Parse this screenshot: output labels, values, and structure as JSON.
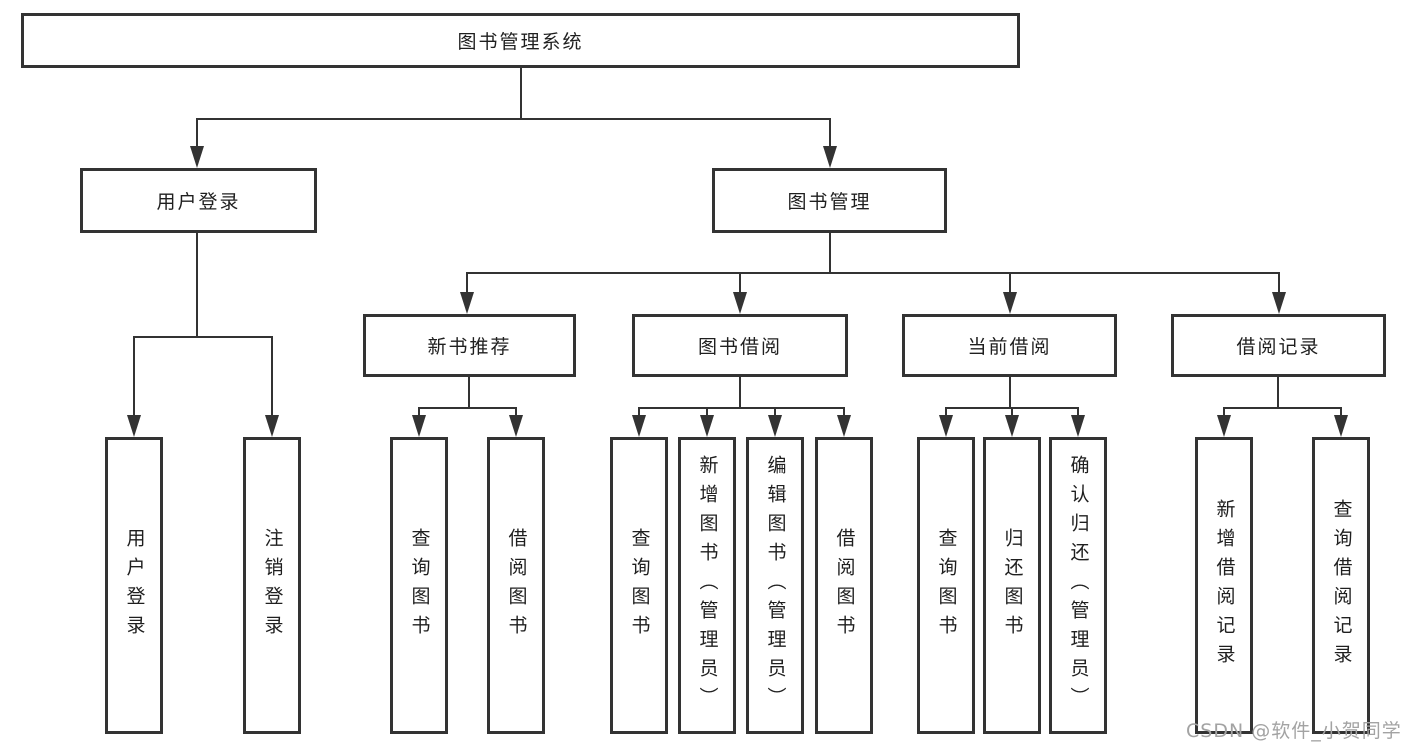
{
  "diagram": {
    "root": {
      "label": "图书管理系统"
    },
    "branches": [
      {
        "label": "用户登录",
        "children": [
          {
            "label": "用户登录"
          },
          {
            "label": "注销登录"
          }
        ]
      },
      {
        "label": "图书管理",
        "children": [
          {
            "label": "新书推荐",
            "children": [
              {
                "label": "查询图书"
              },
              {
                "label": "借阅图书"
              }
            ]
          },
          {
            "label": "图书借阅",
            "children": [
              {
                "label": "查询图书"
              },
              {
                "label": "新增图书（管理员）"
              },
              {
                "label": "编辑图书（管理员）"
              },
              {
                "label": "借阅图书"
              }
            ]
          },
          {
            "label": "当前借阅",
            "children": [
              {
                "label": "查询图书"
              },
              {
                "label": "归还图书"
              },
              {
                "label": "确认归还（管理员）"
              }
            ]
          },
          {
            "label": "借阅记录",
            "children": [
              {
                "label": "新增借阅记录"
              },
              {
                "label": "查询借阅记录"
              }
            ]
          }
        ]
      }
    ]
  },
  "watermark": {
    "text": "CSDN @软件_小贺同学"
  },
  "colors": {
    "line": "#333333",
    "text": "#1f1f1f",
    "watermark": "#a3a3a3",
    "background": "#ffffff"
  }
}
